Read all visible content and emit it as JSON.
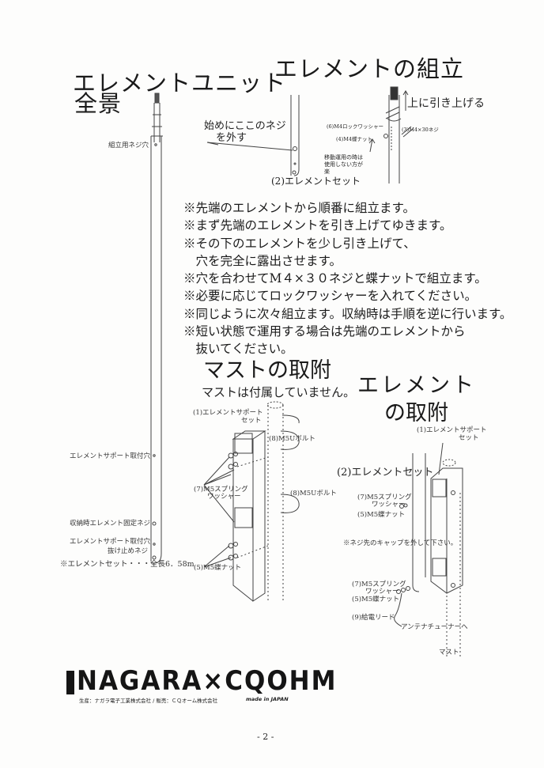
{
  "headings": {
    "unit_overview_line1": "エレメントユニット",
    "unit_overview_line2": "全景",
    "assembly": "エレメントの組立",
    "mast_mount": "マストの取附",
    "mast_note": "マストは付属していません。",
    "element_mount_line1": "エレメント",
    "element_mount_line2": "の取附"
  },
  "unit_labels": {
    "assembly_hole": "組立用ネジ穴",
    "support_hole_upper": "エレメントサポート取付穴",
    "storage_screw": "収納時エレメント固定ネジ",
    "support_hole_lower": "エレメントサポート取付穴",
    "stop_screw": "抜け止めネジ",
    "total_length": "※エレメントセット・・・全長6．58m"
  },
  "assembly_labels": {
    "remove_screw_line1": "始めにここのネジ",
    "remove_screw_line2": "を外す",
    "element_set": "(2)エレメントセット",
    "pull_up": "上に引き上げる",
    "lock_washer": "(6)M4ロックワッシャー",
    "screw": "(3)M4×30ネジ",
    "wing_nut": "(4)M4蝶ナット",
    "portable_note_line1": "移動運用の時は",
    "portable_note_line2": "使用しない方が",
    "portable_note_line3": "楽"
  },
  "steps": [
    "※先端のエレメントから順番に組立ます。",
    "※まず先端のエレメントを引き上げてゆきます。",
    "※その下のエレメントを少し引き上げて、",
    "　穴を完全に露出させます。",
    "※穴を合わせてM４×３０ネジと蝶ナットで組立ます。",
    "※必要に応じてロックワッシャーを入れてください。",
    "※同じように次々組立ます。収納時は手順を逆に行います。",
    "※短い状態で運用する場合は先端のエレメントから",
    "　抜いてください。"
  ],
  "mast_labels": {
    "support_set_line1": "(1)エレメントサポート",
    "support_set_line2": "セット",
    "u_bolt_upper": "(8)M5Uボルト",
    "u_bolt_lower": "(8)M5Uボルト",
    "spring_washer_line1": "(7)M5スプリング",
    "spring_washer_line2": "ワッシャー",
    "wing_nut": "(5)M5蝶ナット"
  },
  "element_mount_labels": {
    "support_set_line1": "(1)エレメントサポート",
    "support_set_line2": "セット",
    "element_set": "(2)エレメントセット",
    "spring_washer_upper_line1": "(7)M5スプリング",
    "spring_washer_upper_line2": "ワッシャー",
    "wing_nut_upper": "(5)M5蝶ナット",
    "cap_note": "※ネジ先のキャップを外して下さい。",
    "spring_washer_lower_line1": "(7)M5スプリング",
    "spring_washer_lower_line2": "ワッシャー",
    "wing_nut_lower": "(5)M5蝶ナット",
    "feed_lead": "(9)給電リード",
    "to_tuner": "アンテナチューナーへ",
    "mast": "マスト"
  },
  "footer": {
    "logo": "NAGARA×CQOHM",
    "maker": "生産：ナガラ電子工業株式会社 / 販売：ＣＱオーム株式会社",
    "made_in": "made in JAPAN",
    "page_number": "- 2 -"
  }
}
